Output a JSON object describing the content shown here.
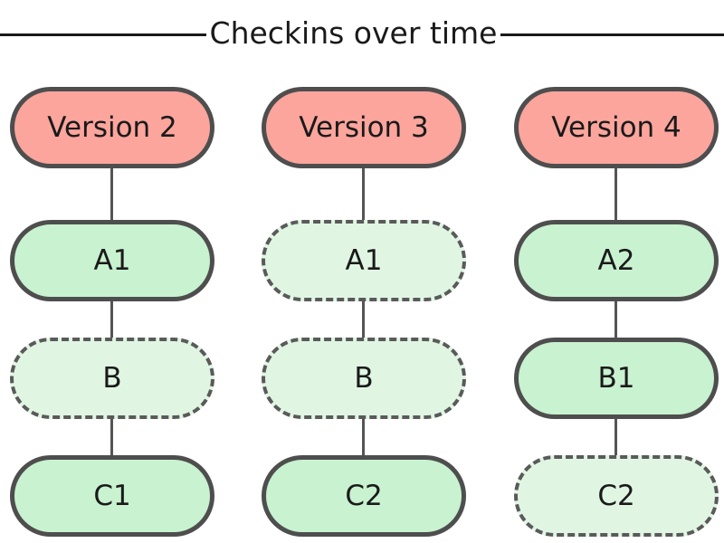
{
  "title": "Checkins over time",
  "columns": [
    {
      "version": "Version 2",
      "files": [
        {
          "label": "A1",
          "changed": true
        },
        {
          "label": "B",
          "changed": false
        },
        {
          "label": "C1",
          "changed": true
        }
      ]
    },
    {
      "version": "Version 3",
      "files": [
        {
          "label": "A1",
          "changed": false
        },
        {
          "label": "B",
          "changed": false
        },
        {
          "label": "C2",
          "changed": true
        }
      ]
    },
    {
      "version": "Version 4",
      "files": [
        {
          "label": "A2",
          "changed": true
        },
        {
          "label": "B1",
          "changed": true
        },
        {
          "label": "C2",
          "changed": false
        }
      ]
    }
  ],
  "colors": {
    "version_fill": "#fba59d",
    "changed_fill": "#c9f2d0",
    "unchanged_fill": "#e0f6e3",
    "border": "#4e4e4e"
  }
}
